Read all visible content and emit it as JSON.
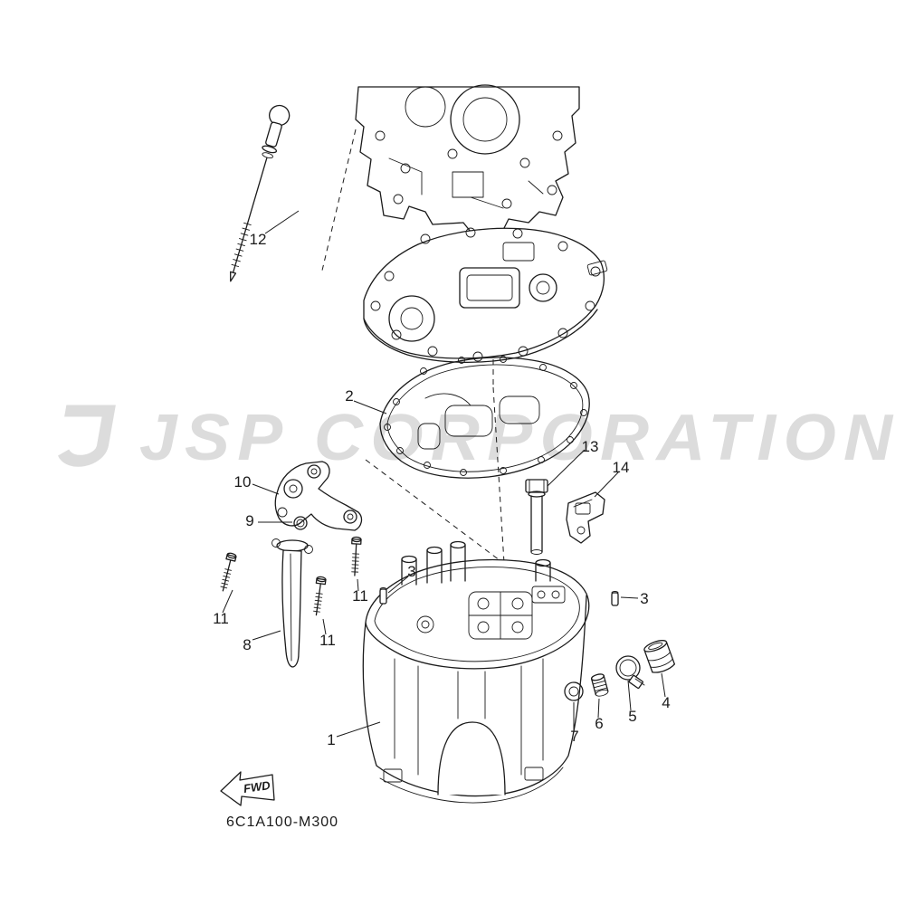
{
  "page": {
    "background": "#ffffff",
    "line_color": "#1b1b1b"
  },
  "watermark": {
    "text": "JSP CORPORATION",
    "color": "#c6c6c6"
  },
  "diagram": {
    "code": "6C1A100-M300",
    "fwd_label": "FWD",
    "callouts": [
      {
        "label": "12"
      },
      {
        "label": "2"
      },
      {
        "label": "10"
      },
      {
        "label": "9"
      },
      {
        "label": "13"
      },
      {
        "label": "14"
      },
      {
        "label": "3"
      },
      {
        "label": "3"
      },
      {
        "label": "11"
      },
      {
        "label": "11"
      },
      {
        "label": "11"
      },
      {
        "label": "8"
      },
      {
        "label": "1"
      },
      {
        "label": "7"
      },
      {
        "label": "6"
      },
      {
        "label": "5"
      },
      {
        "label": "4"
      }
    ]
  }
}
